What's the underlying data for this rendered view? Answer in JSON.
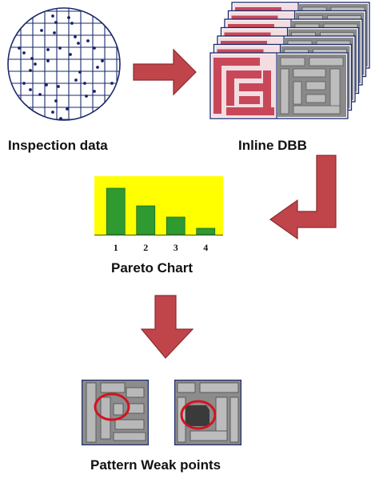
{
  "labels": {
    "inspection": "Inspection data",
    "inline_dbb": "Inline DBB",
    "pareto": "Pareto Chart",
    "weak_points": "Pattern Weak points"
  },
  "colors": {
    "arrow_fill": "#c0454b",
    "arrow_stroke": "#8c2a30",
    "pareto_bg": "#ffff00",
    "bar_fill": "#2e9a30",
    "wafer_stroke": "#1a2a6c",
    "defect_dot": "#1a2070",
    "layout_red": "#c8485a",
    "circle_red": "#d0141e"
  },
  "chart_data": {
    "type": "bar",
    "categories": [
      "1",
      "2",
      "3",
      "4"
    ],
    "values": [
      58,
      36,
      22,
      8
    ],
    "ylim": [
      0,
      70
    ],
    "title": "Pareto Chart",
    "xlabel": "",
    "ylabel": "",
    "grid": false
  }
}
